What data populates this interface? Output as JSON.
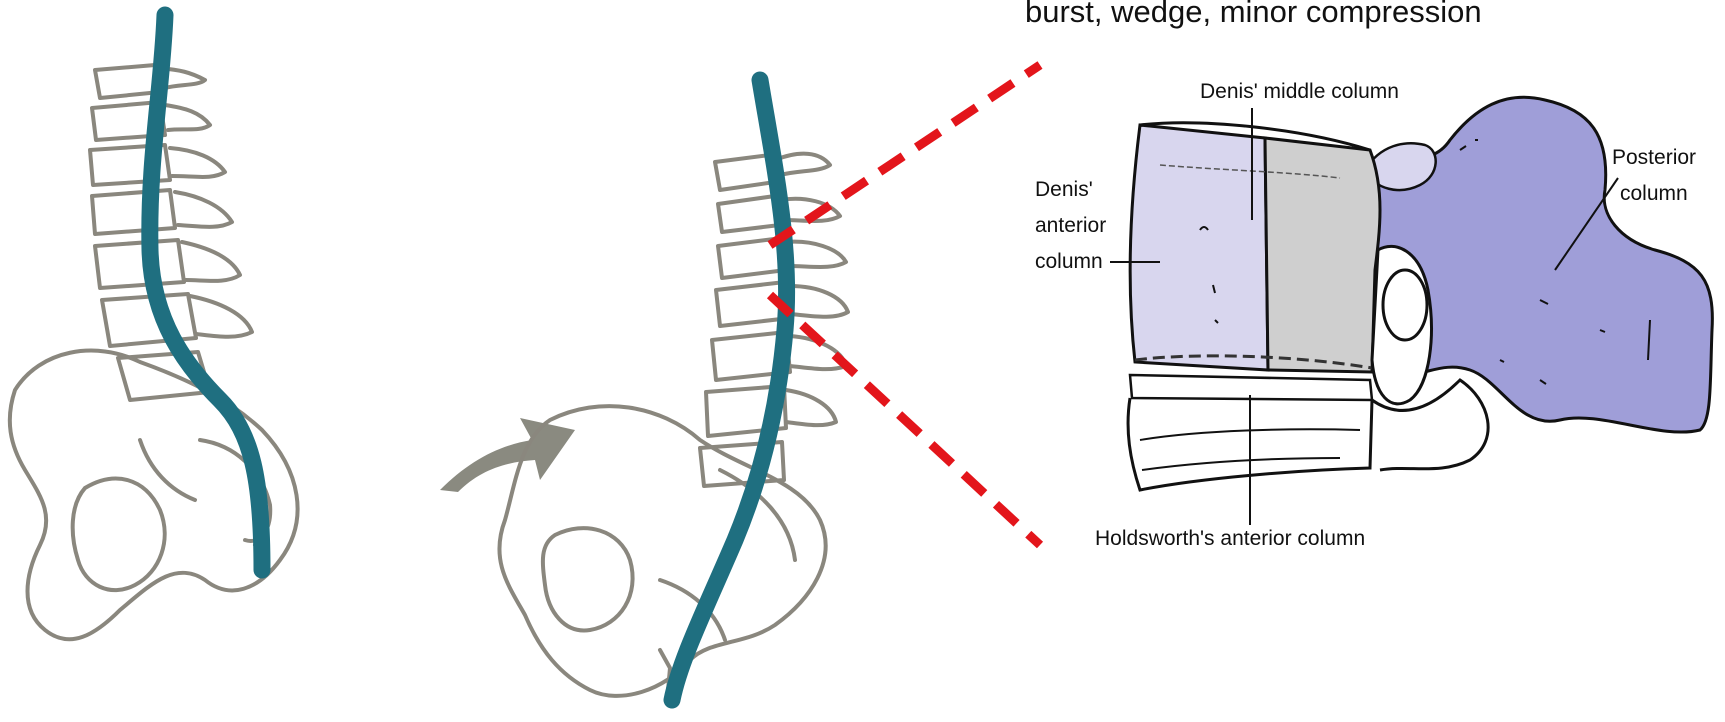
{
  "header": {
    "text": "burst, wedge, minor compression"
  },
  "labels": {
    "middle_column": "Denis' middle column",
    "anterior_column_1": "Denis'",
    "anterior_column_2": "anterior",
    "anterior_column_3": "column",
    "posterior_1": "Posterior",
    "posterior_2": "column",
    "holdsworth": "Holdsworth's anterior column"
  },
  "colors": {
    "spinal_curve": "#1f6f80",
    "bone_outline": "#8a877e",
    "arrow": "#8a8a80",
    "zoom_lines": "#e3151b",
    "anterior_fill": "#d8d6ee",
    "middle_fill": "#cfcfcf",
    "posterior_fill": "#9f9ed8"
  }
}
